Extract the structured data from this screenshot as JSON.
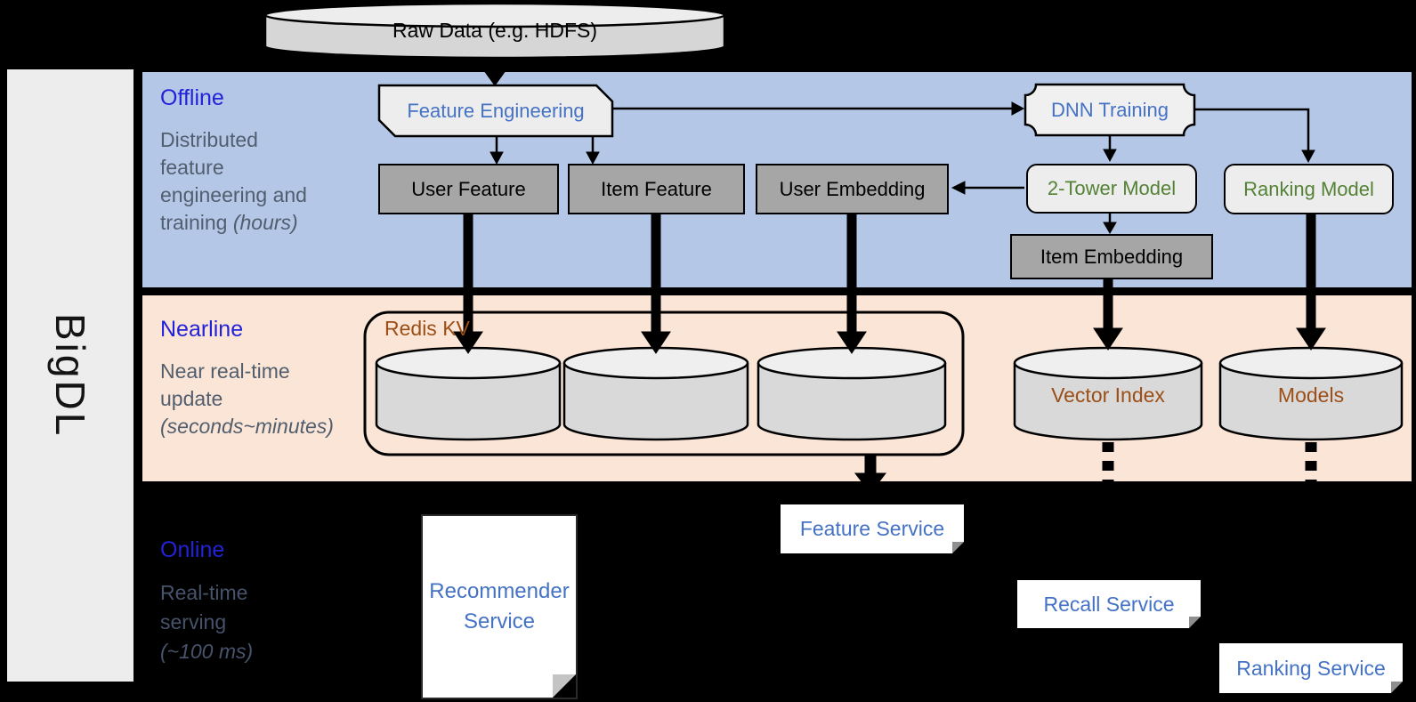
{
  "brand": {
    "label": "BigDL"
  },
  "raw_data": {
    "label": "Raw Data (e.g. HDFS)"
  },
  "bands": {
    "offline": {
      "title": "Offline",
      "desc": [
        "Distributed",
        "feature",
        "engineering and",
        "training "
      ],
      "desc_italic": "(hours)"
    },
    "nearline": {
      "title": "Nearline",
      "desc": [
        "Near real-time",
        "update"
      ],
      "desc_italic": "(seconds~minutes)"
    },
    "online": {
      "title": "Online",
      "desc": [
        "Real-time",
        "serving"
      ],
      "desc_italic": "(~100 ms)"
    }
  },
  "offline_nodes": {
    "feature_engineering": "Feature Engineering",
    "dnn_training": "DNN Training",
    "user_feature": "User Feature",
    "item_feature": "Item Feature",
    "user_embedding": "User Embedding",
    "two_tower_model": "2-Tower Model",
    "ranking_model": "Ranking Model",
    "item_embedding": "Item Embedding"
  },
  "nearline_nodes": {
    "redis_kv": "Redis KV",
    "vector_index": "Vector Index",
    "models": "Models"
  },
  "online_nodes": {
    "recommender_service_line1": "Recommender",
    "recommender_service_line2": "Service",
    "feature_service": "Feature Service",
    "recall_service": "Recall Service",
    "ranking_service": "Ranking Service"
  },
  "colors": {
    "background": "#000000",
    "offline_band": "#B4C7E7",
    "nearline_band": "#FBE5D6",
    "sidebar_gray": "#EDEDED",
    "band_title_blue": "#2222D8",
    "desc_gray": "#515E6E",
    "box_gray": "#A6A6A6",
    "light_box": "#EDEDED",
    "process_text_blue": "#4472C4",
    "model_text_green": "#548235",
    "storage_text_brown": "#9C4E17",
    "cylinder_fill": "#D9D9D9"
  }
}
